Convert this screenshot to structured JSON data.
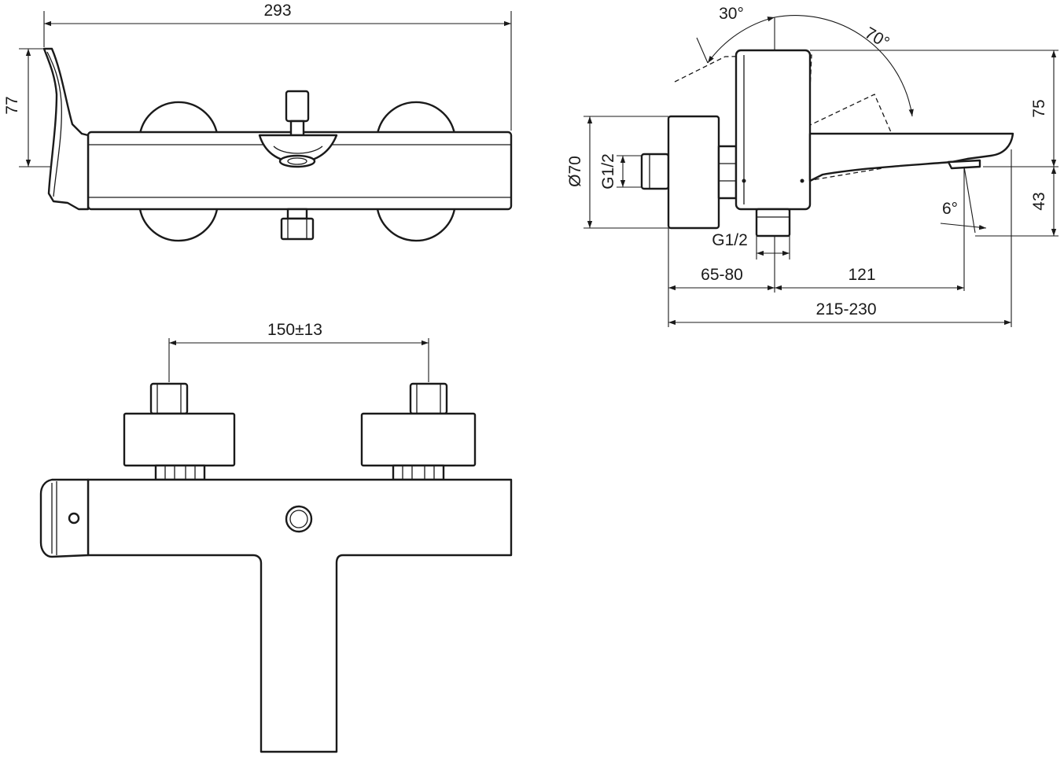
{
  "drawing": {
    "front_view": {
      "width_label": "293",
      "height_label": "77"
    },
    "side_view": {
      "angle_left_label": "30°",
      "angle_right_label": "70°",
      "height_top_label": "75",
      "height_bottom_label": "43",
      "diameter_label": "Ø70",
      "inlet_thread_label": "G1/2",
      "outlet_thread_label": "G1/2",
      "spout_angle_label": "6°",
      "wall_offset_label": "65-80",
      "spout_reach_label": "121",
      "total_depth_label": "215-230"
    },
    "top_view": {
      "centers_label": "150±13"
    }
  }
}
